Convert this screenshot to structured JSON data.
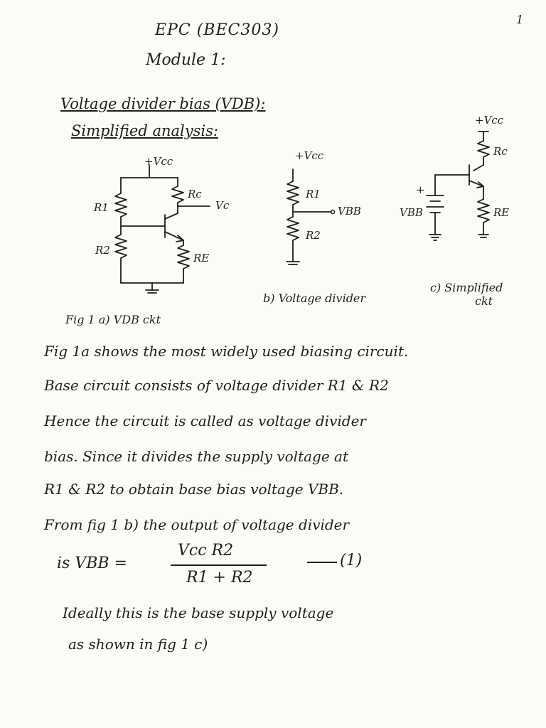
{
  "page_number": "1",
  "title": "EPC (BEC303)",
  "module": "Module 1:",
  "section_heading": "Voltage divider bias (VDB):",
  "subheading": "Simplified analysis:",
  "figure_a": {
    "supply": "+Vcc",
    "r1": "R1",
    "r2": "R2",
    "rc": "Rc",
    "re": "RE",
    "vc": "Vc",
    "caption": "Fig 1 a) VDB ckt"
  },
  "figure_b": {
    "supply": "+Vcc",
    "r1": "R1",
    "r2": "R2",
    "output": "VBB",
    "caption": "b) Voltage divider"
  },
  "figure_c": {
    "supply": "+Vcc",
    "rc": "Rc",
    "re": "RE",
    "source": "VBB",
    "plus": "+",
    "caption_line1": "c) Simplified",
    "caption_line2": "ckt"
  },
  "body_lines": [
    "Fig 1a shows the most widely used biasing circuit.",
    "Base circuit consists of voltage divider R1 & R2",
    "Hence the circuit is called as voltage divider",
    "bias. Since it divides the supply voltage at",
    "R1 & R2 to obtain base bias voltage VBB.",
    "From fig 1 b) the output of voltage divider"
  ],
  "equation": {
    "lhs": "is VBB =",
    "numerator": "Vcc R2",
    "denominator": "R1 + R2",
    "label": "(1)"
  },
  "closing_lines": [
    "Ideally this is the base supply voltage",
    "as shown in fig 1 c)"
  ]
}
